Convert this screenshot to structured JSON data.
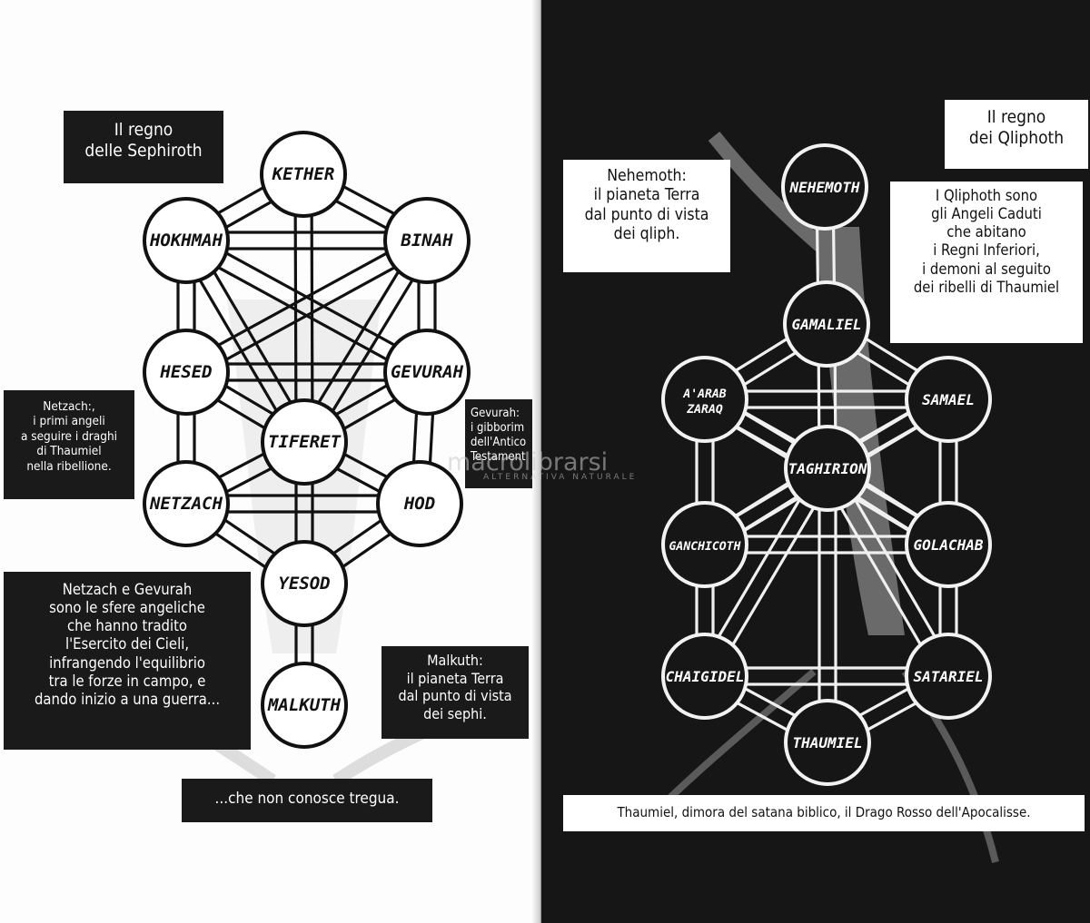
{
  "left": {
    "title": "Il regno\ndelle Sephiroth",
    "nodes": [
      "KETHER",
      "HOKHMAH",
      "BINAH",
      "HESED",
      "GEVURAH",
      "TIFERET",
      "NETZACH",
      "HOD",
      "YESOD",
      "MALKUTH"
    ],
    "captions": {
      "netzach_note": "Netzach:,\ni primi angeli\na seguire i draghi\ndi Thaumiel\nnella ribellione.",
      "gevurah_note": "Gevurah:\ni gibborim\ndell'Antico\nTestament",
      "betrayal_note": "Netzach e Gevurah\nsono le sfere angeliche\nche hanno tradito\nl'Esercito dei Cieli,\ninfrangendo l'equilibrio\ntra le forze in campo, e\ndando inizio a una guerra...",
      "malkuth_note": "Malkuth:\nil pianeta Terra\ndal punto di vista\ndei sephi.",
      "ending": "...che non conosce tregua."
    }
  },
  "right": {
    "title": "Il regno\ndei Qliphoth",
    "nodes": [
      "NEHEMOTH",
      "GAMALIEL",
      "A'ARAB\nZARAQ",
      "SAMAEL",
      "TAGHIRION",
      "GANCHICOTH",
      "GOLACHAB",
      "CHAIGIDEL",
      "SATARIEL",
      "THAUMIEL"
    ],
    "captions": {
      "nehemoth_note": "Nehemoth:\nil pianeta Terra\ndal punto di vista\ndei qliph.",
      "qliphoth_note": "I Qliphoth sono\ngli Angeli Caduti\nche abitano\ni Regni Inferiori,\ni demoni al seguito\ndei ribelli di Thaumiel",
      "thaumiel_note": "Thaumiel, dimora del satana biblico, il Drago Rosso dell'Apocalisse."
    }
  },
  "watermark": {
    "brand": "macrolibrarsi",
    "tagline": "ALTERNATIVA NATURALE"
  }
}
